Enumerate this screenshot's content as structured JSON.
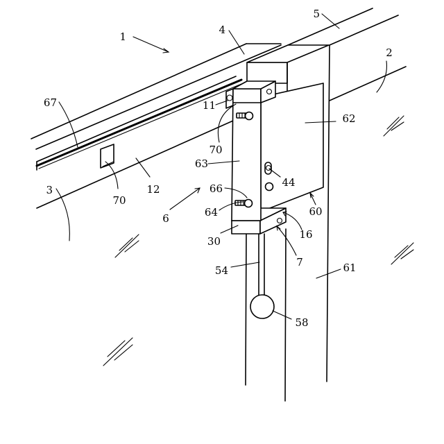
{
  "labels": {
    "l1": "1",
    "l2": "2",
    "l3": "3",
    "l4": "4",
    "l5": "5",
    "l6": "6",
    "l7": "7",
    "l11": "11",
    "l12": "12",
    "l16": "16",
    "l30": "30",
    "l44": "44",
    "l54": "54",
    "l58": "58",
    "l60": "60",
    "l61": "61",
    "l62": "62",
    "l63": "63",
    "l64": "64",
    "l66": "66",
    "l67": "67",
    "l70a": "70",
    "l70b": "70"
  }
}
